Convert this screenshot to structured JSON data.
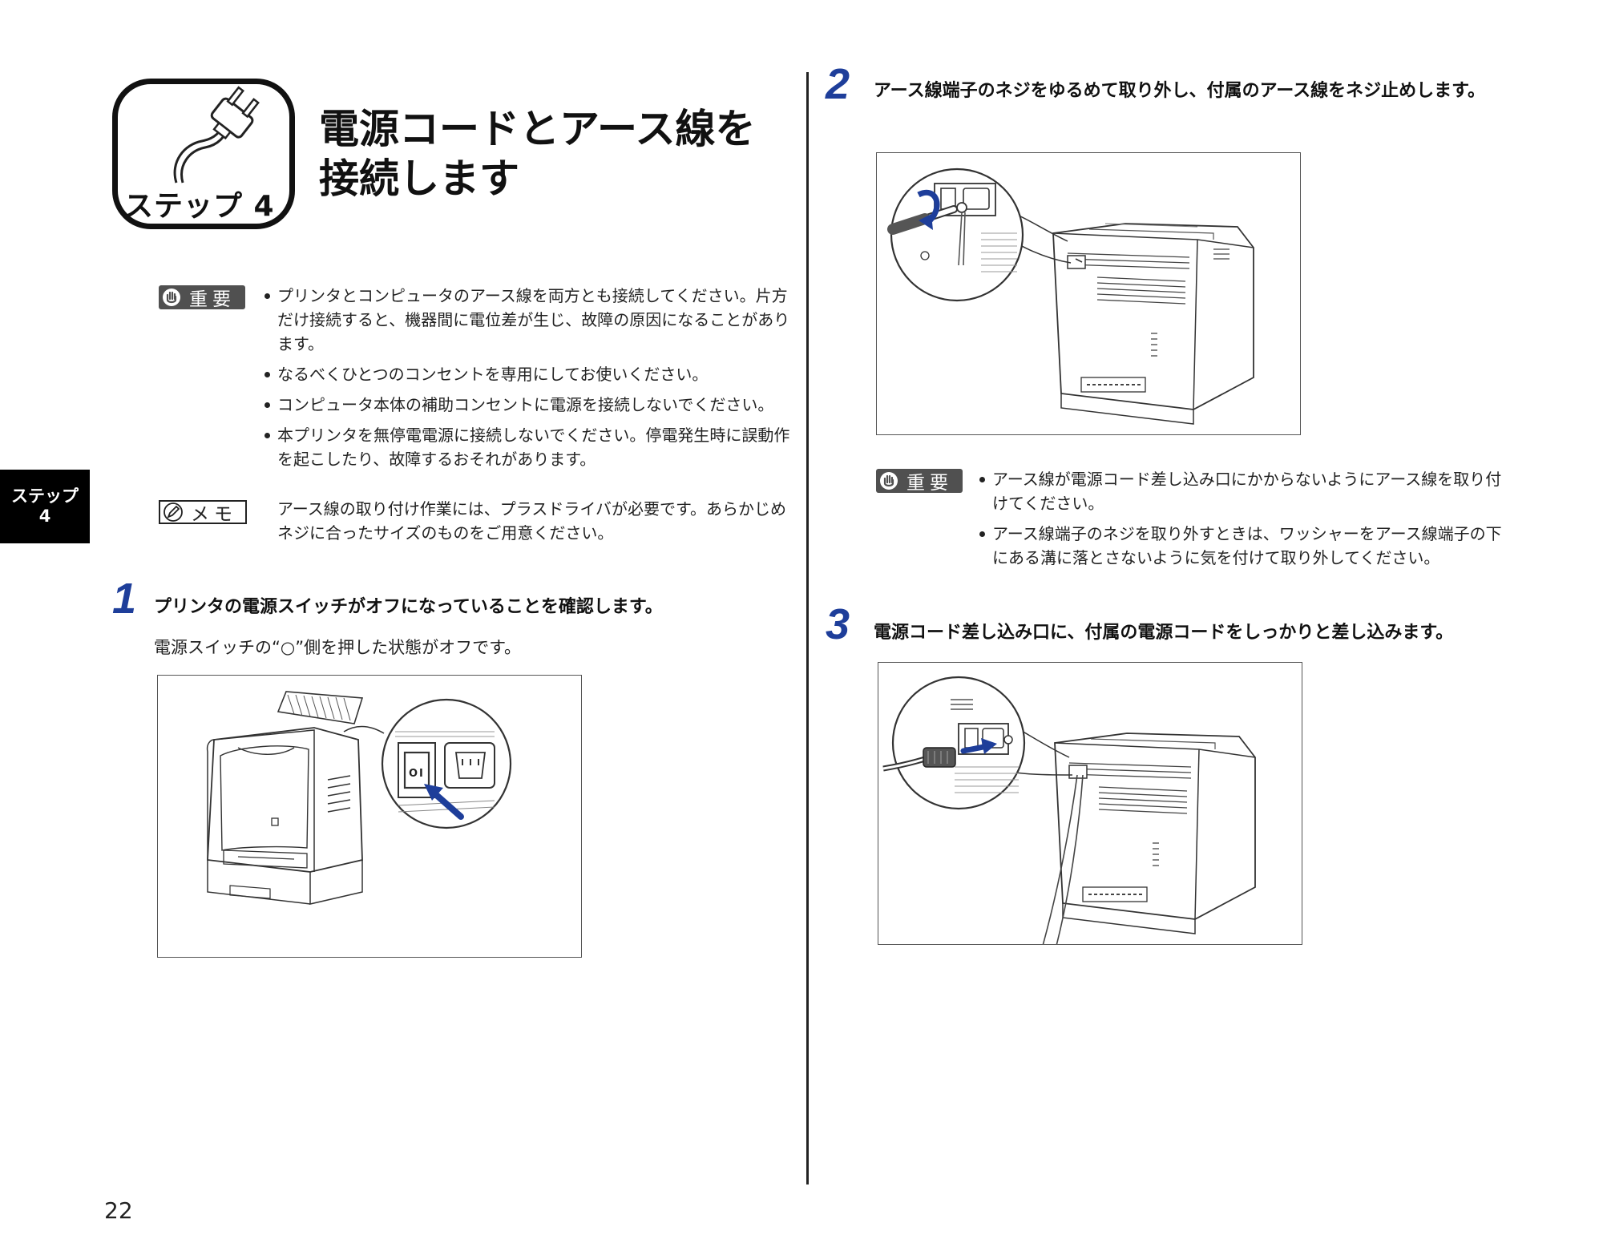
{
  "header": {
    "badge_label": "ステップ 4",
    "title_line1": "電源コードとアース線を",
    "title_line2": "接続します"
  },
  "side_tab": {
    "line1": "ステップ",
    "line2": "4"
  },
  "important_1": {
    "label": "重要",
    "items": [
      "プリンタとコンピュータのアース線を両方とも接続してください。片方だけ接続すると、機器間に電位差が生じ、故障の原因になることがあります。",
      "なるべくひとつのコンセントを専用にしてお使いください。",
      "コンピュータ本体の補助コンセントに電源を接続しないでください。",
      "本プリンタを無停電電源に接続しないでください。停電発生時に誤動作を起こしたり、故障するおそれがあります。"
    ]
  },
  "memo": {
    "label": "メモ",
    "text": "アース線の取り付け作業には、プラスドライバが必要です。あらかじめネジに合ったサイズのものをご用意ください。"
  },
  "step1": {
    "number": "1",
    "heading": "プリンタの電源スイッチがオフになっていることを確認します。",
    "note": "電源スイッチの“○”側を押した状態がオフです。",
    "switch_on": "I",
    "switch_off": "O"
  },
  "step2": {
    "number": "2",
    "heading": "アース線端子のネジをゆるめて取り外し、付属のアース線をネジ止めします。"
  },
  "important_2": {
    "label": "重要",
    "items": [
      "アース線が電源コード差し込み口にかからないようにアース線を取り付けてください。",
      "アース線端子のネジを取り外すときは、ワッシャーをアース線端子の下にある溝に落とさないように気を付けて取り外してください。"
    ]
  },
  "step3": {
    "number": "3",
    "heading": "電源コード差し込み口に、付属の電源コードをしっかりと差し込みます。"
  },
  "footer": {
    "page_number": "22"
  },
  "colors": {
    "accent": "#1e3e9a",
    "tag_gray": "#505050"
  }
}
